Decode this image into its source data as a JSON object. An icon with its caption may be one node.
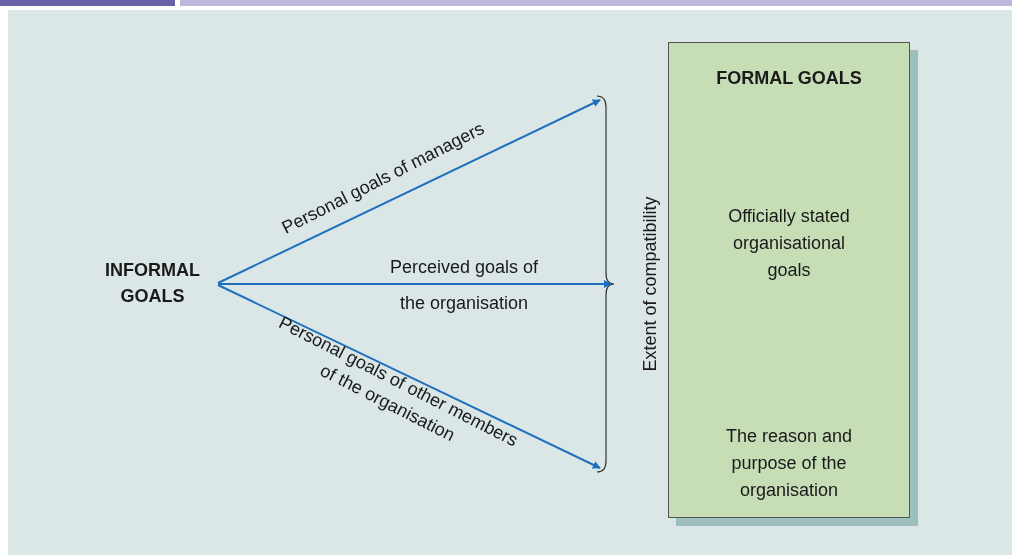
{
  "diagram": {
    "nodes": [
      {
        "text": [
          "INFORMAL GOALS"
        ]
      },
      {
        "text": [
          "Extent of compatibility"
        ]
      },
      {
        "text": [
          "FORMAL GOALS",
          "Officially stated organisational goals",
          "The reason and purpose of the organisation"
        ]
      }
    ],
    "edges": [
      {
        "from": 0,
        "to": 1,
        "arrow": "to",
        "label": "Personal goals of managers"
      },
      {
        "from": 0,
        "to": 1,
        "arrow": "to",
        "label": "Perceived goals of the organisation"
      },
      {
        "from": 0,
        "to": 1,
        "arrow": "to",
        "label": "Personal goals of other members of the organisation"
      }
    ]
  }
}
